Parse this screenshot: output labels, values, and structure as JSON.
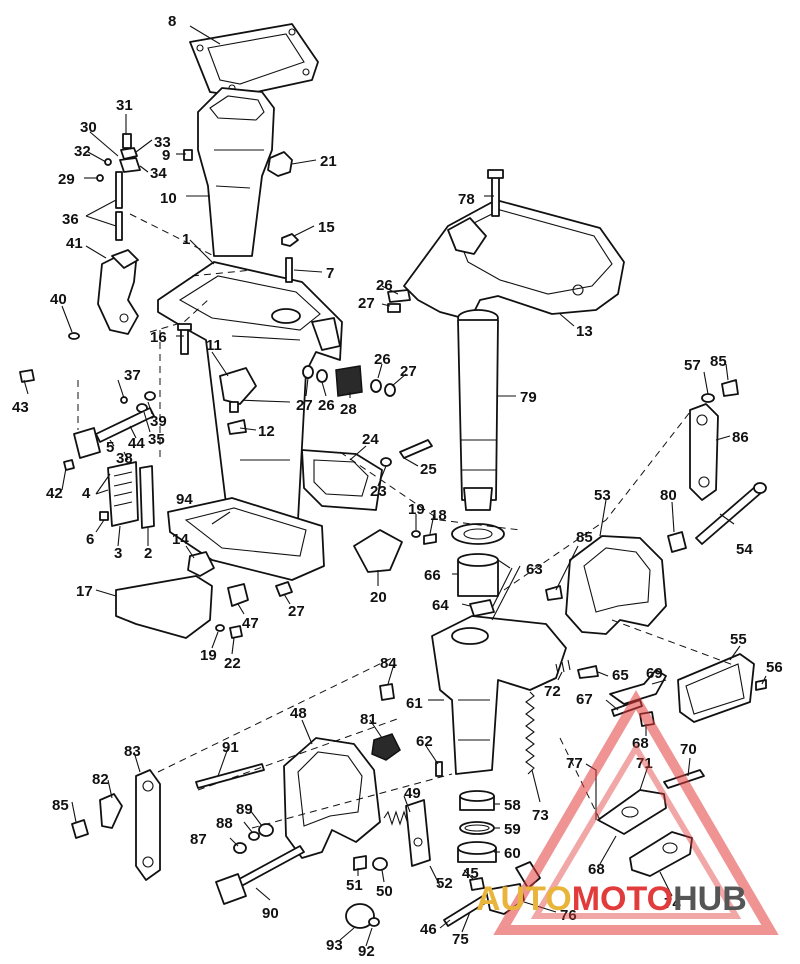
{
  "callouts": {
    "c1": "1",
    "c2": "2",
    "c3": "3",
    "c4": "4",
    "c5": "5",
    "c6": "6",
    "c7": "7",
    "c8": "8",
    "c9": "9",
    "c10": "10",
    "c11": "11",
    "c12": "12",
    "c13": "13",
    "c14": "14",
    "c15": "15",
    "c16": "16",
    "c17": "17",
    "c18": "18",
    "c19a": "19",
    "c19b": "19",
    "c20": "20",
    "c21": "21",
    "c22": "22",
    "c23": "23",
    "c24": "24",
    "c25": "25",
    "c26a": "26",
    "c26b": "26",
    "c26c": "26",
    "c27a": "27",
    "c27b": "27",
    "c27c": "27",
    "c27d": "27",
    "c28": "28",
    "c29": "29",
    "c30": "30",
    "c31": "31",
    "c32": "32",
    "c33": "33",
    "c34": "34",
    "c35": "35",
    "c36": "36",
    "c37": "37",
    "c38": "38",
    "c39": "39",
    "c40": "40",
    "c41": "41",
    "c42": "42",
    "c43": "43",
    "c44": "44",
    "c45": "45",
    "c46": "46",
    "c47": "47",
    "c48": "48",
    "c49": "49",
    "c50": "50",
    "c51": "51",
    "c52": "52",
    "c53": "53",
    "c54": "54",
    "c55": "55",
    "c56": "56",
    "c57": "57",
    "c58": "58",
    "c59": "59",
    "c60": "60",
    "c61": "61",
    "c62": "62",
    "c63": "63",
    "c64": "64",
    "c65": "65",
    "c66": "66",
    "c67": "67",
    "c68a": "68",
    "c68b": "68",
    "c69": "69",
    "c70": "70",
    "c71": "71",
    "c72": "72",
    "c73": "73",
    "c74": "74",
    "c75": "75",
    "c76": "76",
    "c77": "77",
    "c78": "78",
    "c79": "79",
    "c80": "80",
    "c81": "81",
    "c82": "82",
    "c83": "83",
    "c84": "84",
    "c85a": "85",
    "c85b": "85",
    "c85c": "85",
    "c86": "86",
    "c87": "87",
    "c88": "88",
    "c89": "89",
    "c90": "90",
    "c91": "91",
    "c92": "92",
    "c93": "93",
    "c94": "94"
  },
  "watermark": {
    "part1": "AUTO",
    "part2": "MOTO",
    "part3": "HUB",
    "red": "#e23b3b",
    "dark": "#555555"
  }
}
